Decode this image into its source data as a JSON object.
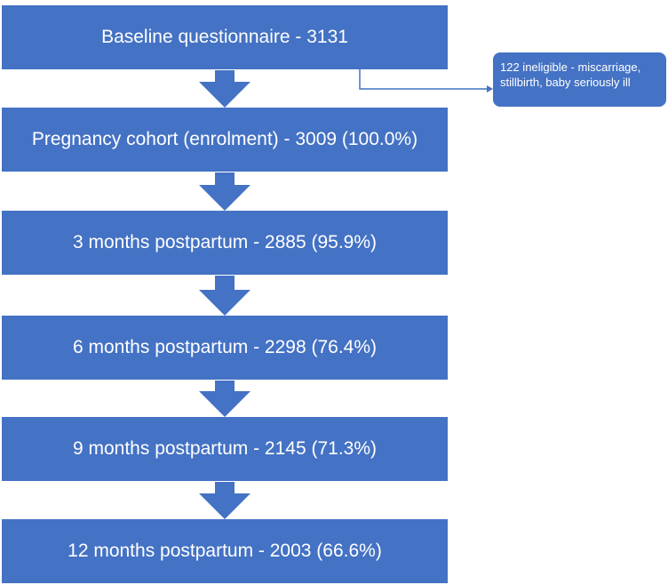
{
  "flow": {
    "steps": [
      {
        "label": "Baseline questionnaire - 3131"
      },
      {
        "label": "Pregnancy cohort (enrolment) - 3009 (100.0%)"
      },
      {
        "label": "3 months postpartum - 2885 (95.9%)"
      },
      {
        "label": "6 months postpartum - 2298 (76.4%)"
      },
      {
        "label": "9 months postpartum - 2145 (71.3%)"
      },
      {
        "label": "12 months postpartum - 2003 (66.6%)"
      }
    ],
    "exclusion": {
      "label": "122 ineligible - miscarriage, stillbirth, baby seriously ill"
    }
  },
  "colors": {
    "box_fill": "#4472c4",
    "box_text": "#ffffff",
    "connector": "#4472c4"
  }
}
